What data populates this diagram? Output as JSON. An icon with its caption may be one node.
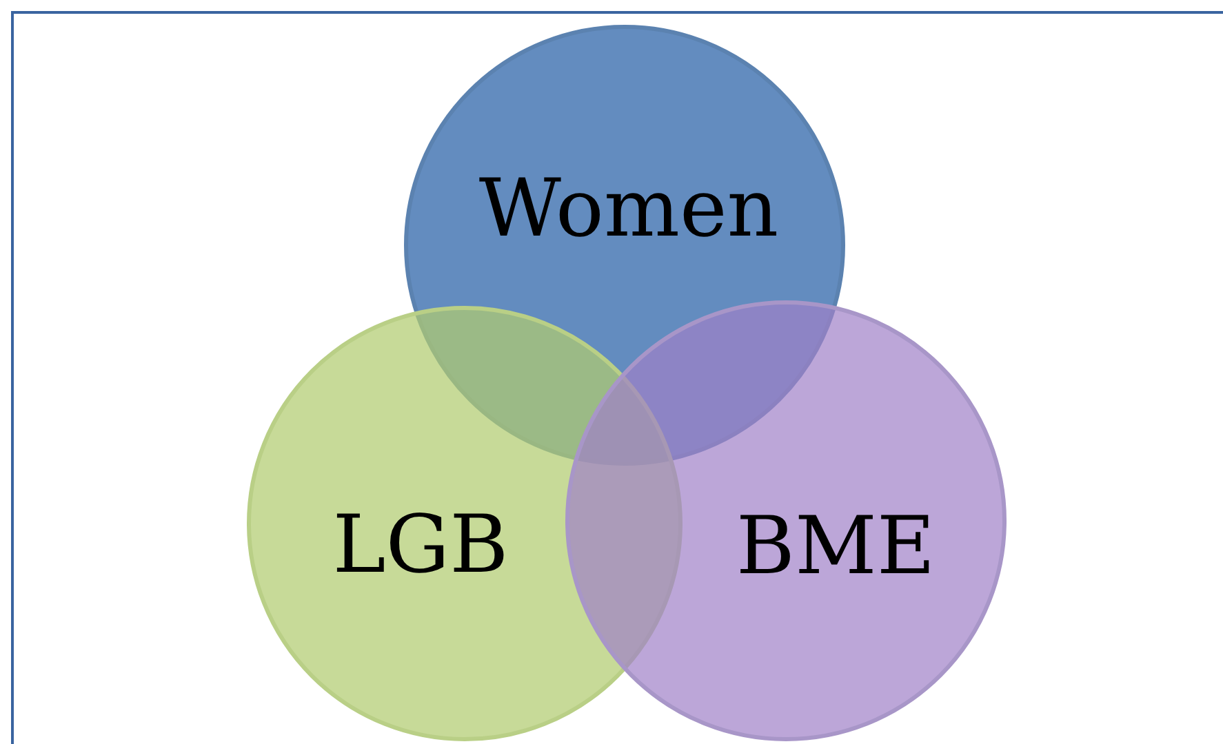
{
  "diagram": {
    "nodes": [
      {
        "text": [
          "Women"
        ]
      },
      {
        "text": [
          "LGB"
        ]
      },
      {
        "text": [
          "BME"
        ]
      }
    ]
  }
}
